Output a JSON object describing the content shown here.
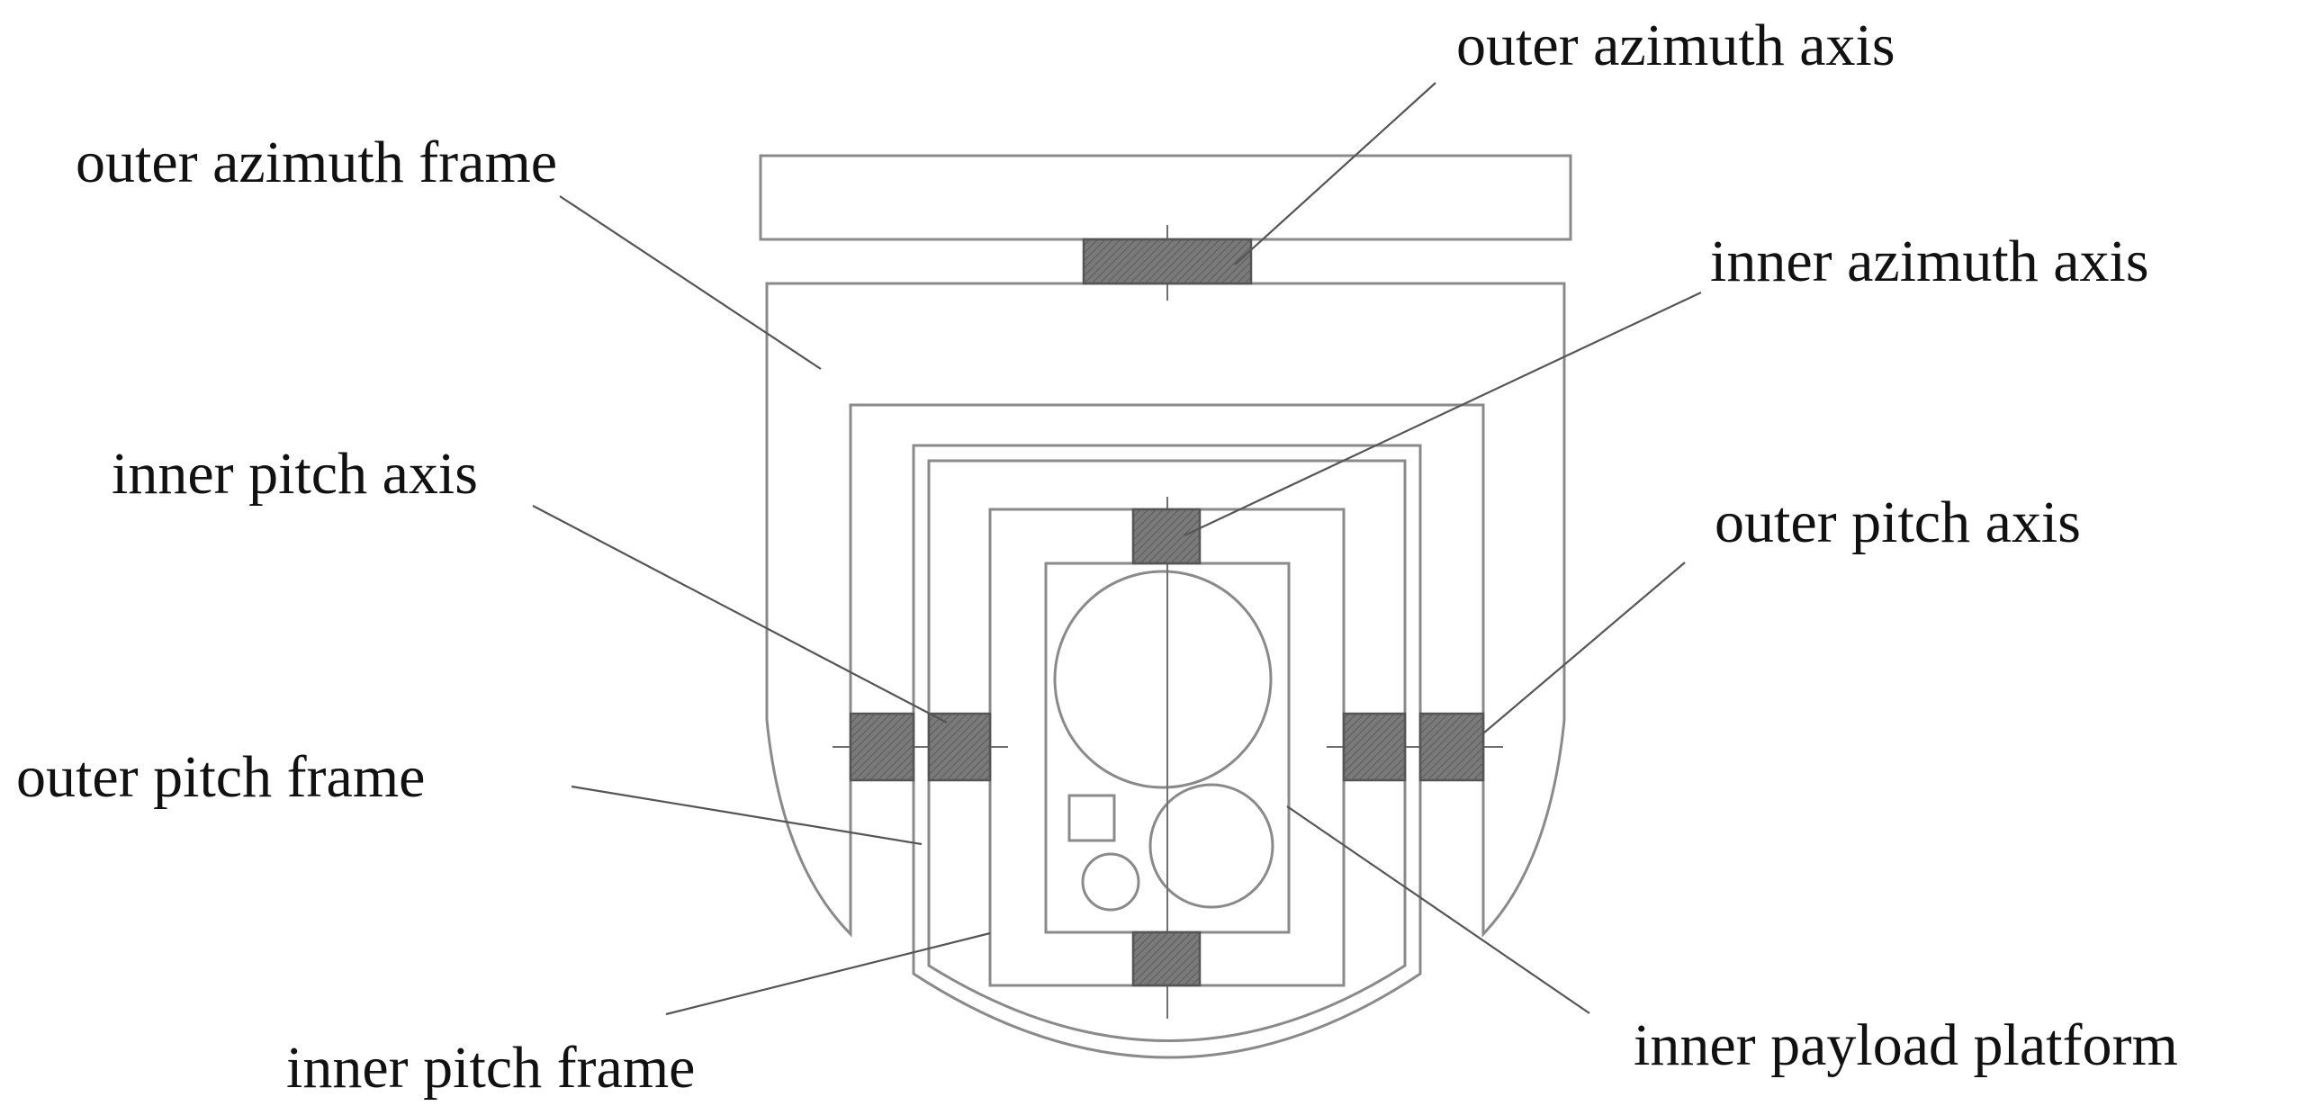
{
  "labels": {
    "outer_azimuth_axis": "outer azimuth axis",
    "outer_azimuth_frame": "outer azimuth frame",
    "inner_azimuth_axis": "inner azimuth axis",
    "inner_pitch_axis": "inner pitch axis",
    "outer_pitch_axis": "outer pitch axis",
    "outer_pitch_frame": "outer pitch frame",
    "inner_pitch_frame": "inner pitch frame",
    "inner_payload_platform": "inner payload platform"
  },
  "colors": {
    "stroke": "#8a8a8a",
    "axis_fill": "#6e6e6e",
    "text": "#111111"
  }
}
